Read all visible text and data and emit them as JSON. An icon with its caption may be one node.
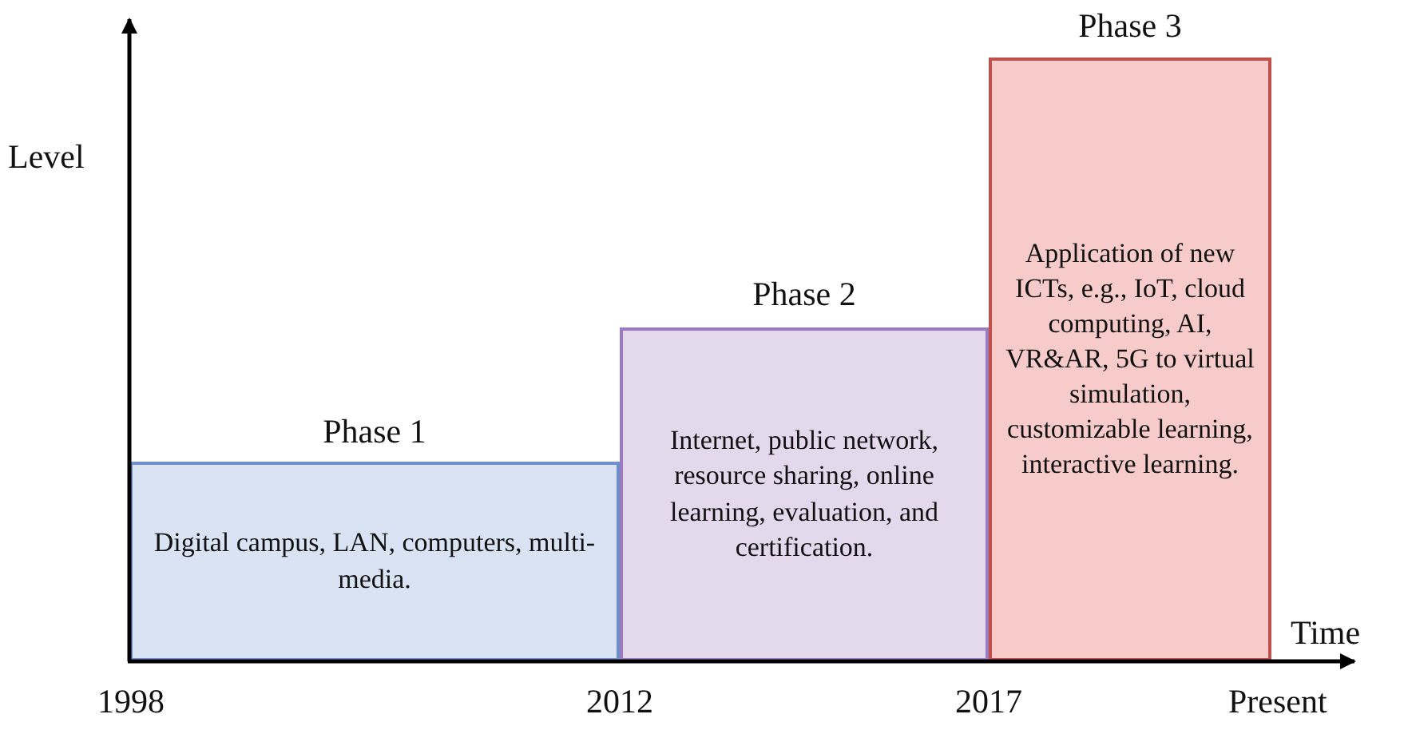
{
  "diagram": {
    "nodes": [
      {
        "text": [
          "Phase 1",
          "Digital campus, LAN, computers, multi-media."
        ]
      },
      {
        "text": [
          "Phase 2",
          "Internet, public network, resource sharing, online learning, evaluation, and certification."
        ]
      },
      {
        "text": [
          "Phase 3",
          "Application of new ICTs, e.g., IoT, cloud computing, AI, VR&AR, 5G to virtual simulation, customizable learning, interactive learning."
        ]
      }
    ],
    "edges": [],
    "labels": [
      "Level",
      "Time",
      "1998",
      "2012",
      "2017",
      "Present"
    ]
  }
}
